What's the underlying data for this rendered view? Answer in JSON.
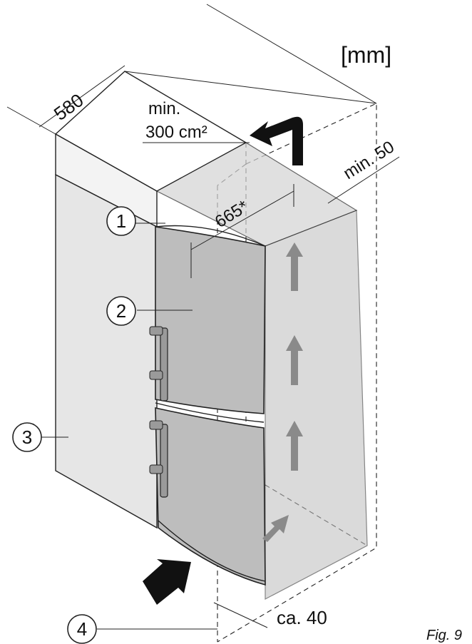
{
  "unit_label": "[mm]",
  "dimensions": {
    "depth_top": "580",
    "vent_area_line1": "min.",
    "vent_area_line2": "300 cm²",
    "rear_gap": "min. 50",
    "appliance_depth": "665*",
    "bottom_gap": "ca. 40"
  },
  "callouts": [
    "1",
    "2",
    "3",
    "4"
  ],
  "figure_label": "Fig. 9",
  "colors": {
    "appliance_fill": "#bdbdbd",
    "cabinet_fill": "#e6e6e6",
    "airflow_arrow": "#8a8a8a",
    "intake_arrow": "#111111"
  },
  "icons": [
    "arrow-up-icon",
    "arrow-in-icon",
    "arrow-out-icon"
  ]
}
